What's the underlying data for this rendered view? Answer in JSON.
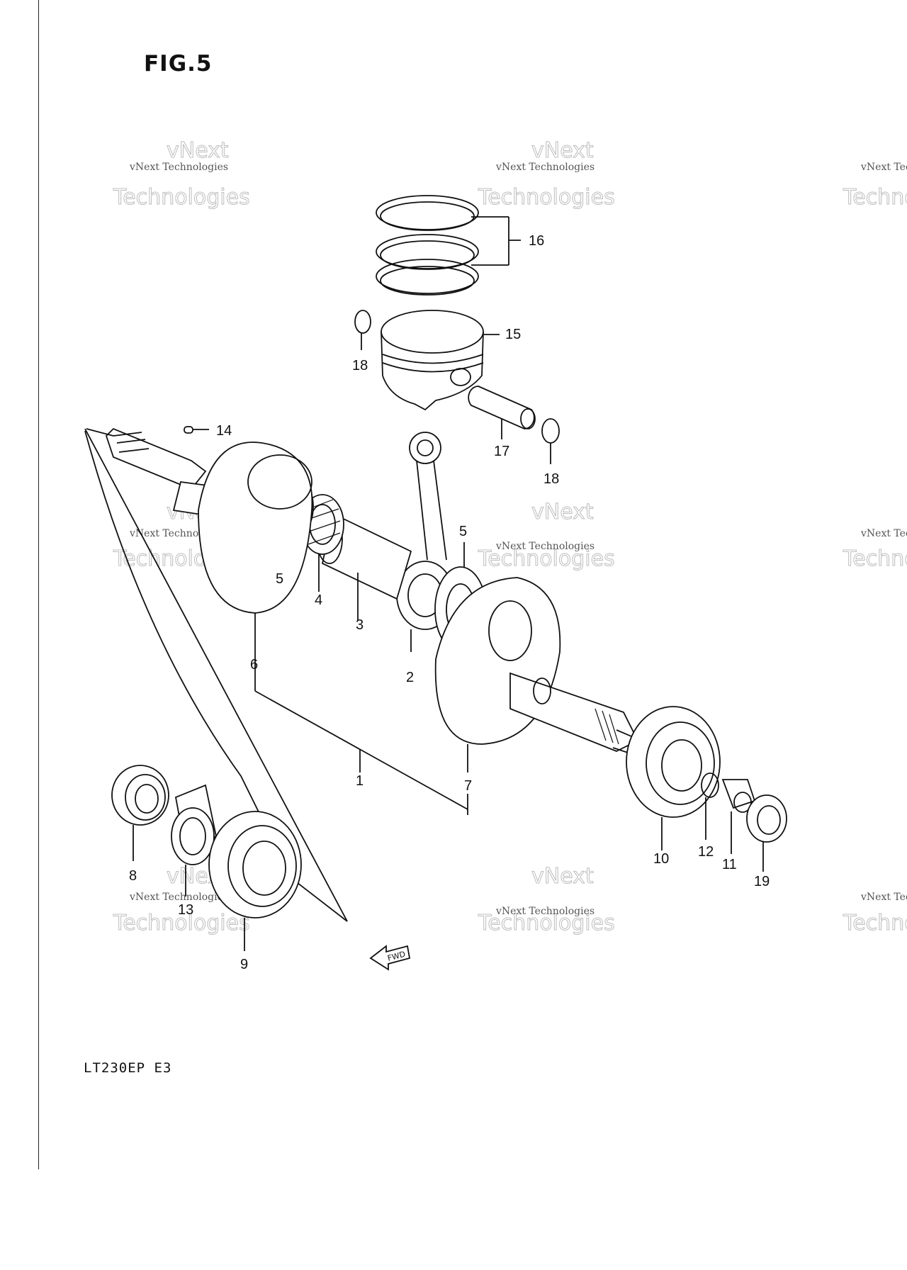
{
  "figure": {
    "title": "FIG.5"
  },
  "model": {
    "code": "LT230EP  E3"
  },
  "direction_marker": {
    "label": "FWD",
    "icon": "fwd-arrow-icon"
  },
  "watermark": {
    "line1": "vNext Technologies",
    "line2": "vNext",
    "line3": "Technologies"
  },
  "callouts": [
    "1",
    "2",
    "3",
    "4",
    "5",
    "5",
    "6",
    "7",
    "8",
    "9",
    "10",
    "11",
    "12",
    "13",
    "14",
    "15",
    "16",
    "17",
    "18",
    "18",
    "19"
  ]
}
